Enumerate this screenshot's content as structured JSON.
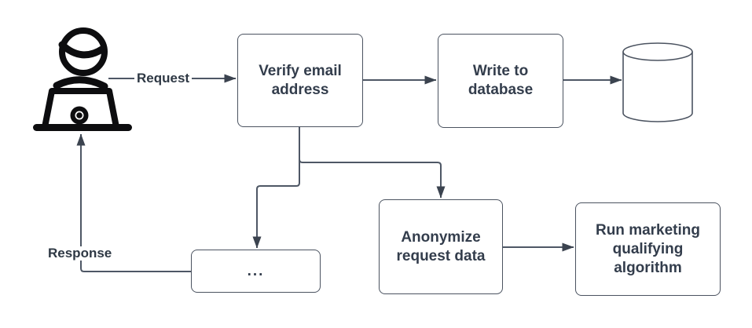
{
  "diagram_type": "flowchart",
  "nodes": {
    "verify": {
      "label": "Verify email\naddress"
    },
    "write_db": {
      "label": "Write to\ndatabase"
    },
    "anonymize": {
      "label": "Anonymize\nrequest data"
    },
    "run_marketing": {
      "label": "Run marketing\nqualifying\nalgorithm"
    },
    "placeholder": {
      "label": "..."
    }
  },
  "edge_labels": {
    "request": "Request",
    "response": "Response"
  },
  "icons": {
    "person": "person-at-laptop-icon",
    "database": "database-cylinder-icon"
  },
  "colors": {
    "background": "#ffffff",
    "node_fill": "#ffffff",
    "node_border": "#4b5360",
    "node_text": "#333d4c",
    "connector": "#4e5765",
    "arrowhead": "#3b434f",
    "icon": "#0d0d0f"
  }
}
